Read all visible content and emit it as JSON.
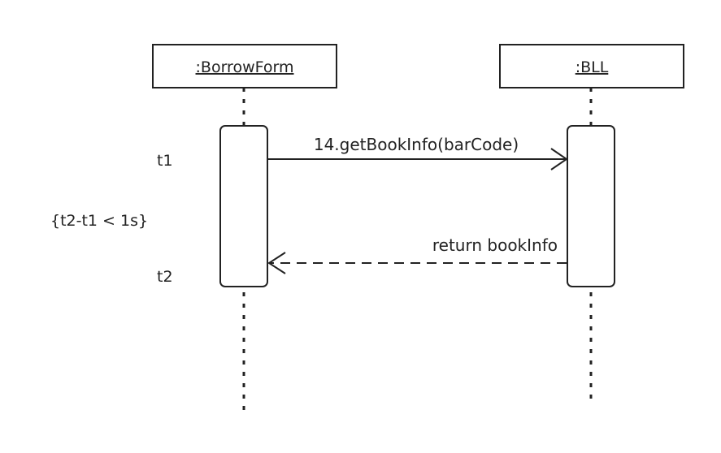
{
  "lifelines": [
    {
      "label": ":BorrowForm"
    },
    {
      "label": ":BLL"
    }
  ],
  "messages": [
    {
      "label": "14.getBookInfo(barCode)",
      "kind": "synchronous"
    },
    {
      "label": "return bookInfo",
      "kind": "return"
    }
  ],
  "time_marks": {
    "t1": "t1",
    "t2": "t2",
    "constraint": "{t2-t1 < 1s}"
  },
  "colors": {
    "stroke": "#222222",
    "background": "#ffffff"
  }
}
